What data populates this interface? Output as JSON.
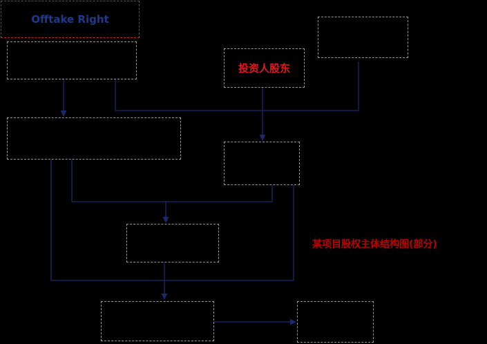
{
  "nodes": {
    "offtake_right": {
      "label": "Offtake Right"
    },
    "investor_shareholder": {
      "label": "投资人股东"
    }
  },
  "caption": "某项目股权主体结构图(部分)",
  "colors": {
    "background": "#000000",
    "connector": "#1a2a6c",
    "box_border": "#9a9a9a",
    "offtake_border": "#c0282d",
    "offtake_text": "#1f3a8a",
    "investor_text": "#e8141c",
    "caption_text": "#c00000"
  }
}
